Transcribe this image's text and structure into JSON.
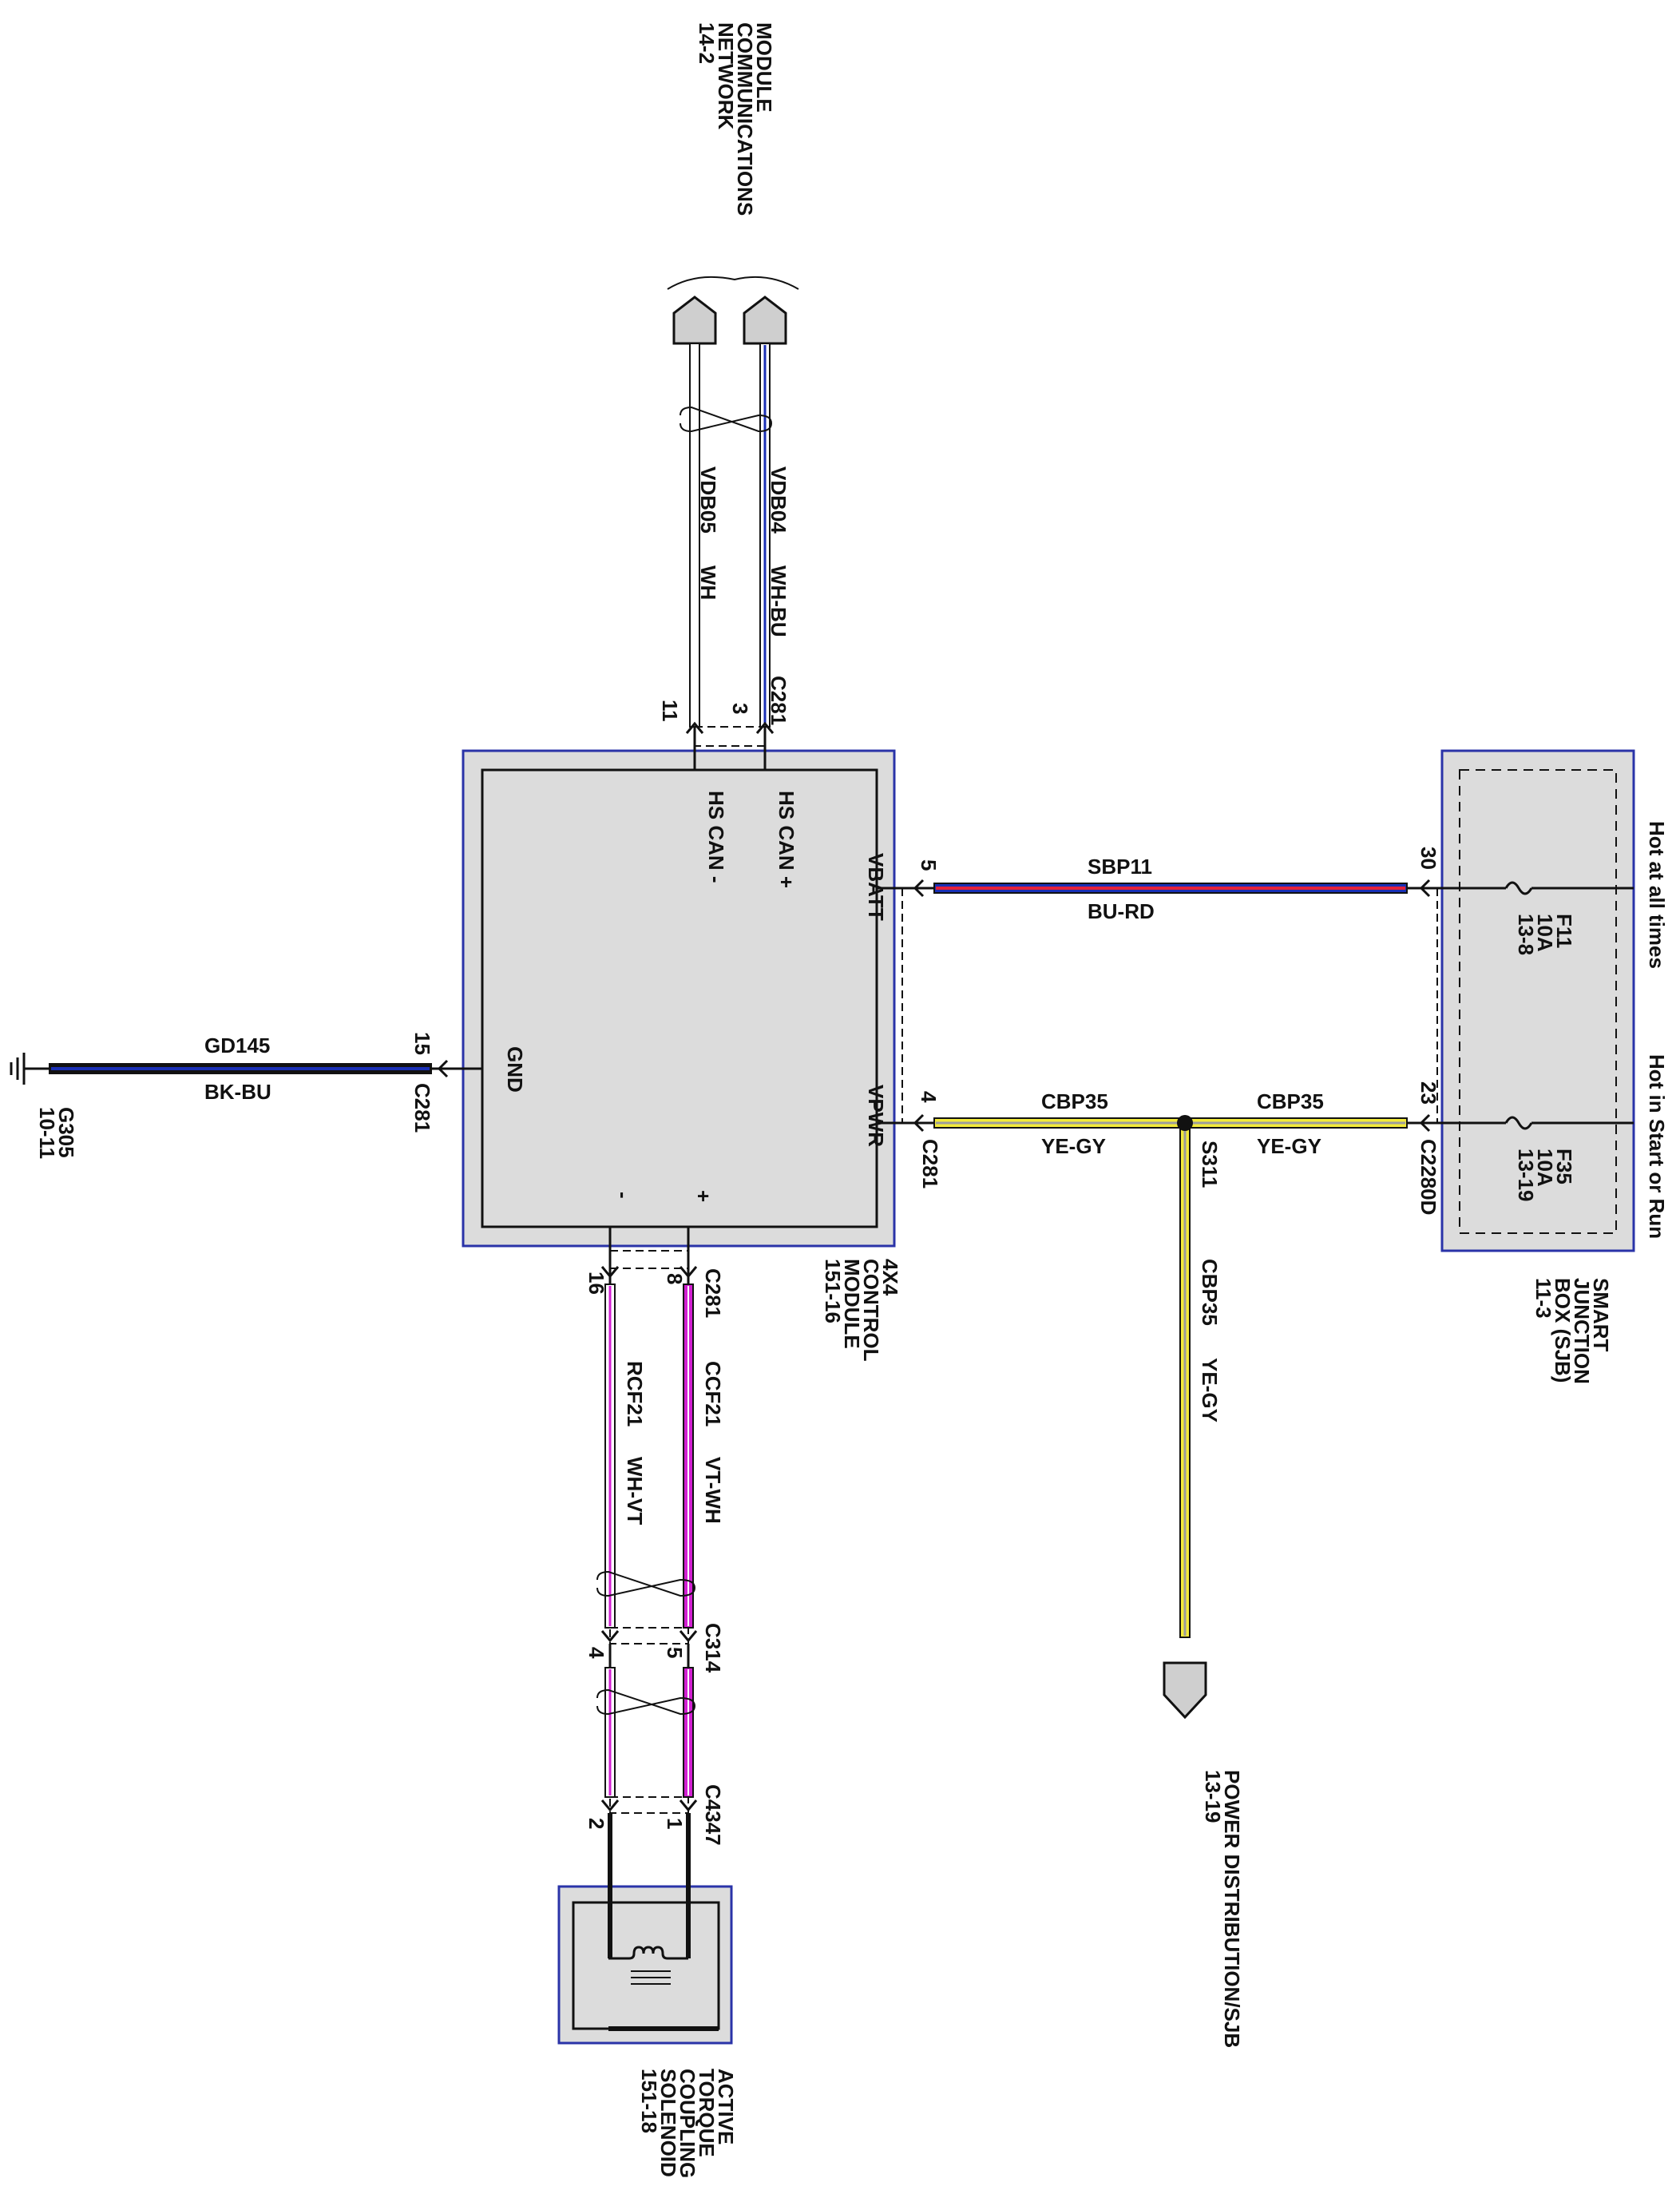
{
  "colors": {
    "box_fill": "#dcdcdc",
    "box_border": "#2a33a8",
    "wire_white": "#ffffff",
    "wire_blue": "#1a2fb5",
    "wire_red": "#e3203a",
    "wire_yellow": "#f2ea3a",
    "wire_gray": "#9c9c9c",
    "wire_violet": "#d21fd2",
    "wire_black": "#111111"
  },
  "modules": {
    "control_module": {
      "label_lines": [
        "4X4",
        "CONTROL",
        "MODULE",
        "151-16"
      ],
      "pins": {
        "hs_can_minus": "HS CAN -",
        "hs_can_plus": "HS CAN +",
        "vbatt": "VBATT",
        "vpwr": "VPWR",
        "gnd": "GND",
        "minus": "-",
        "plus": "+"
      }
    },
    "sjb": {
      "label_lines": [
        "SMART",
        "JUNCTION",
        "BOX (SJB)",
        "11-3"
      ],
      "fuse_f11": [
        "F11",
        "10A",
        "13-8"
      ],
      "fuse_f35": [
        "F35",
        "10A",
        "13-19"
      ],
      "hot_all_times": "Hot at all times",
      "hot_start_run": "Hot in Start or Run"
    },
    "solenoid": {
      "label_lines": [
        "ACTIVE",
        "TORQUE",
        "COUPLING",
        "SOLENOID",
        "151-18"
      ]
    }
  },
  "network": {
    "label_lines": [
      "MODULE",
      "COMMUNICATIONS",
      "NETWORK",
      "14-2"
    ]
  },
  "power_distribution": {
    "label_lines": [
      "POWER DISTRIBUTION/SJB",
      "13-19"
    ]
  },
  "ground": {
    "label_lines": [
      "G305",
      "10-11"
    ]
  },
  "connectors": {
    "c281": "C281",
    "c2280d": "C2280D",
    "c314": "C314",
    "c4347": "C4347",
    "s311": "S311"
  },
  "pin_numbers": {
    "can_minus": "11",
    "can_plus": "3",
    "vbatt": "5",
    "sjb_vbatt": "30",
    "vpwr": "4",
    "sjb_vpwr": "23",
    "gnd": "15",
    "minus": "16",
    "plus": "8",
    "c314_minus": "4",
    "c314_plus": "5",
    "sol_minus": "2",
    "sol_plus": "1"
  },
  "wires": {
    "vdb05": {
      "circuit": "VDB05",
      "color": "WH"
    },
    "vdb04": {
      "circuit": "VDB04",
      "color": "WH-BU"
    },
    "sbp11": {
      "circuit": "SBP11",
      "color": "BU-RD"
    },
    "cbp35_module": {
      "circuit": "CBP35",
      "color": "YE-GY"
    },
    "cbp35_sjb": {
      "circuit": "CBP35",
      "color": "YE-GY"
    },
    "cbp35_down": {
      "circuit": "CBP35",
      "color": "YE-GY"
    },
    "gd145": {
      "circuit": "GD145",
      "color": "BK-BU"
    },
    "rcf21": {
      "circuit": "RCF21",
      "color": "WH-VT"
    },
    "ccf21": {
      "circuit": "CCF21",
      "color": "VT-WH"
    }
  }
}
